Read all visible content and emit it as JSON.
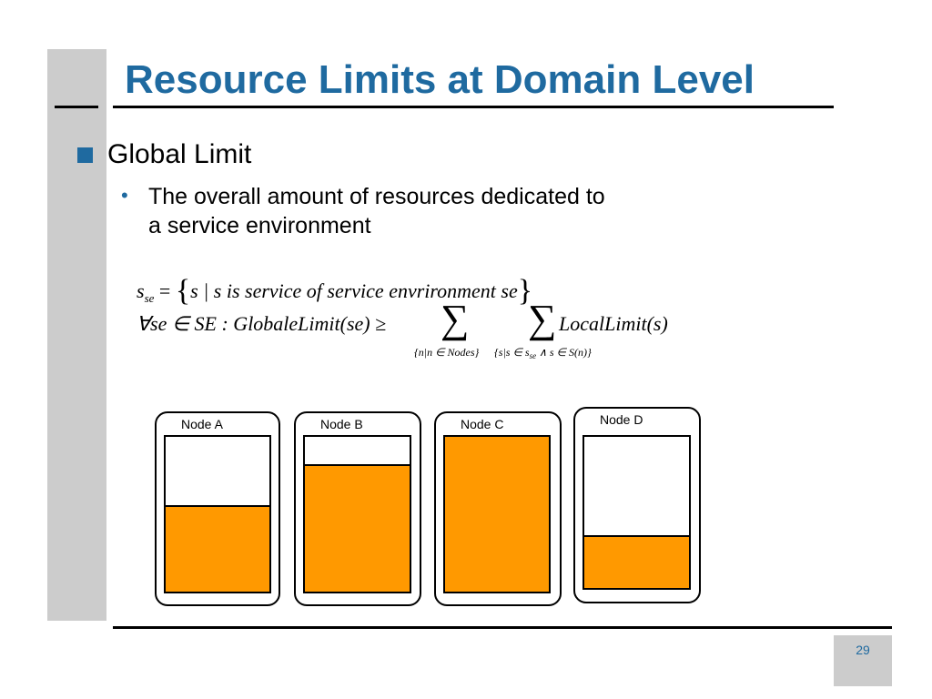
{
  "slide": {
    "title": "Resource Limits at Domain Level",
    "bullet1": "Global Limit",
    "bullet1_sub_line1": "The overall amount of resources dedicated to",
    "bullet1_sub_line2": "a service environment",
    "page_number": "29"
  },
  "formula": {
    "eq1_lhs": "s",
    "eq1_lhs_sub": "se",
    "eq1_eq": "=",
    "eq1_brace_open": "{",
    "eq1_body": "s | s is service of  service envrironment se",
    "eq1_brace_close": "}",
    "eq2_forall": "∀se ∈ SE : GlobaleLimit(se) ≥",
    "eq2_sigma1": "∑",
    "eq2_sigma2": "∑",
    "eq2_rhs": "LocalLimit(s)",
    "eq2_lim1": "{n|n ∈ Nodes}",
    "eq2_lim2": "{s|s ∈ s",
    "eq2_lim2_sub": "se",
    "eq2_lim2_tail": " ∧ s ∈ S(n)}"
  },
  "nodes": [
    {
      "label": "Node A",
      "fill": 0.55
    },
    {
      "label": "Node B",
      "fill": 0.81
    },
    {
      "label": "Node C",
      "fill": 1.0
    },
    {
      "label": "Node D",
      "fill": 0.34
    }
  ],
  "colors": {
    "accent": "#1f6aa0",
    "fill": "#ff9900",
    "sidebar": "#cccccc"
  }
}
